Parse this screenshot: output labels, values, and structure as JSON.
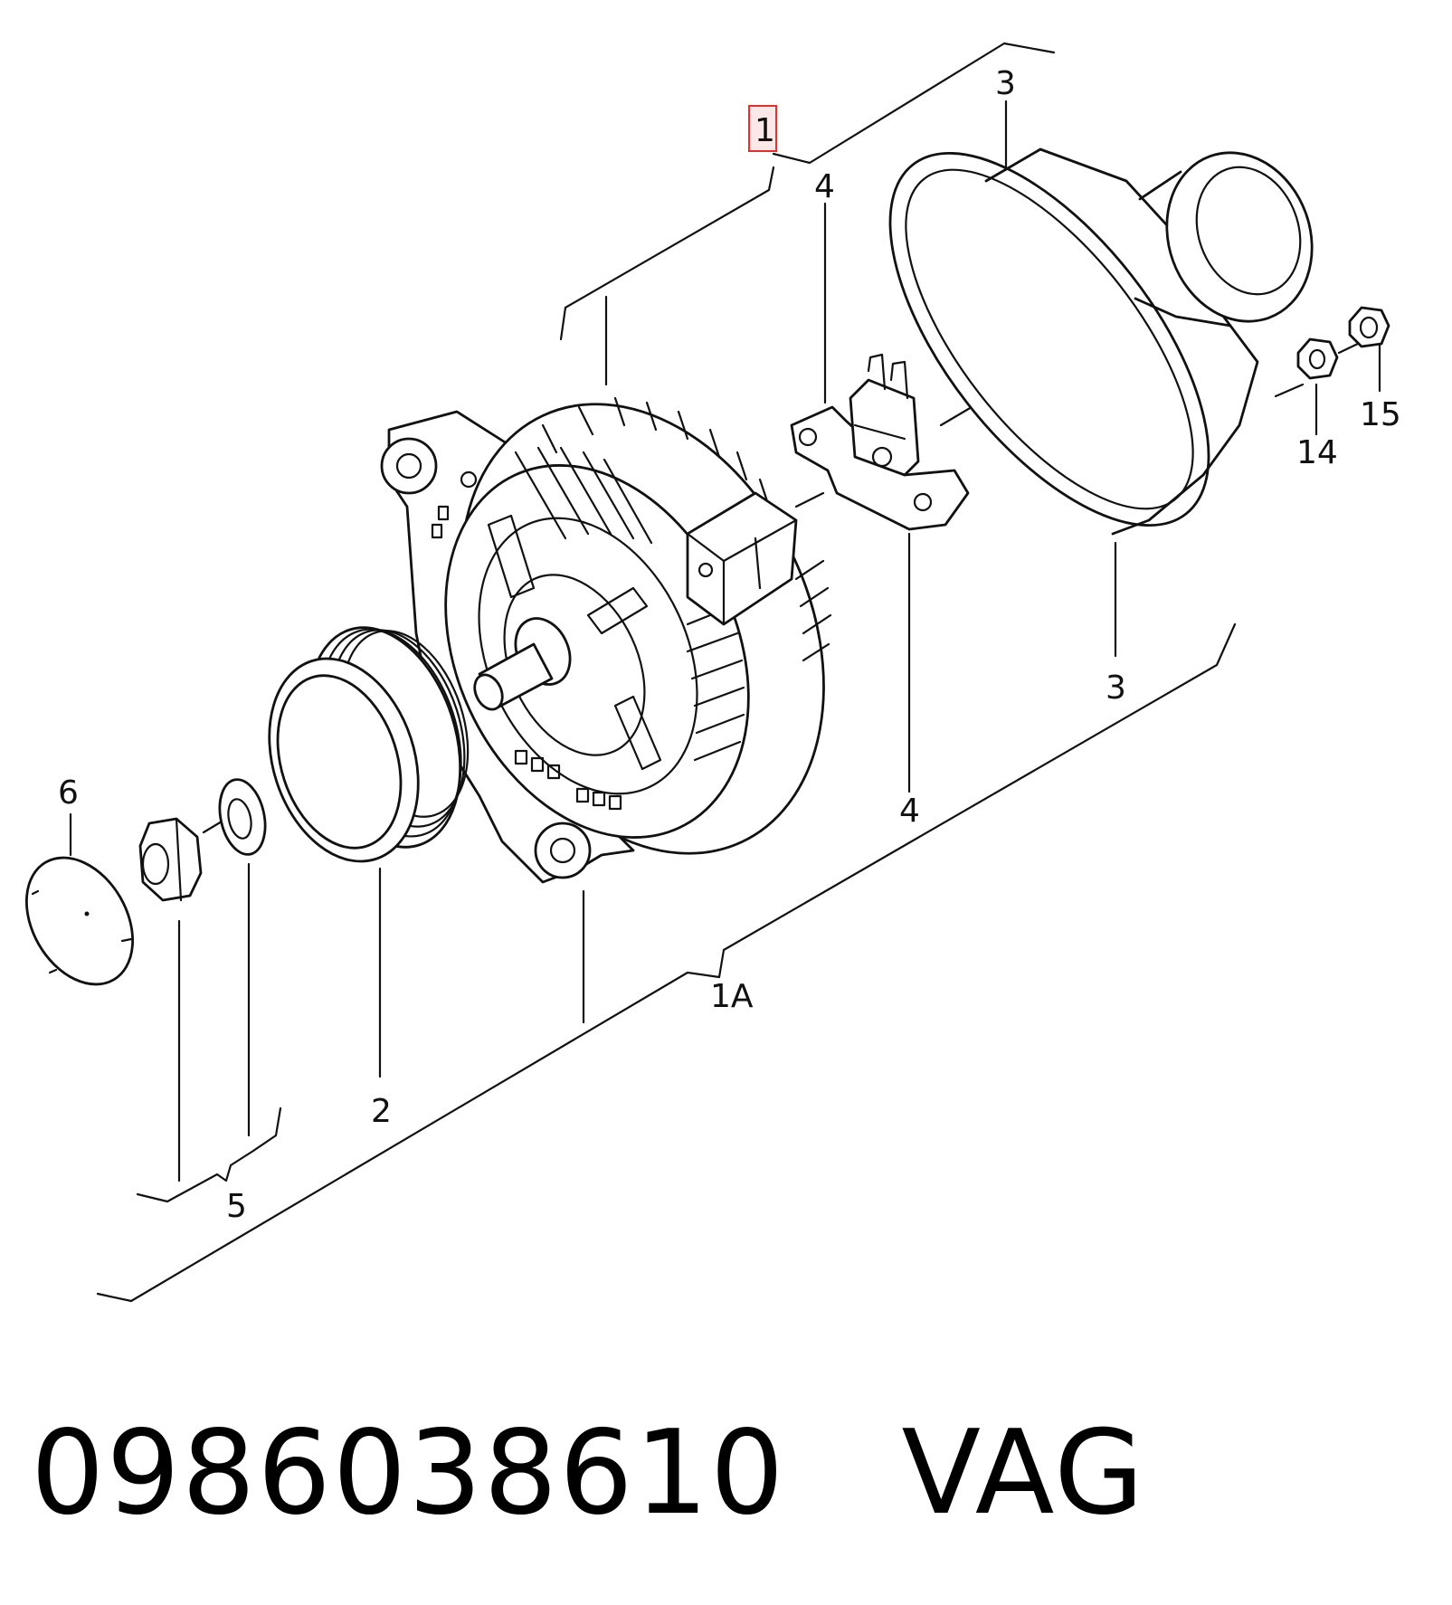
{
  "callouts": {
    "c1": "1",
    "c1a": "1A",
    "c2": "2",
    "c3_top": "3",
    "c3_bottom": "3",
    "c4_top": "4",
    "c4_bottom": "4",
    "c5": "5",
    "c6": "6",
    "c14": "14",
    "c15": "15"
  },
  "highlight_color": "#e03030",
  "caption": {
    "part_number": "0986038610",
    "brand": "VAG"
  }
}
